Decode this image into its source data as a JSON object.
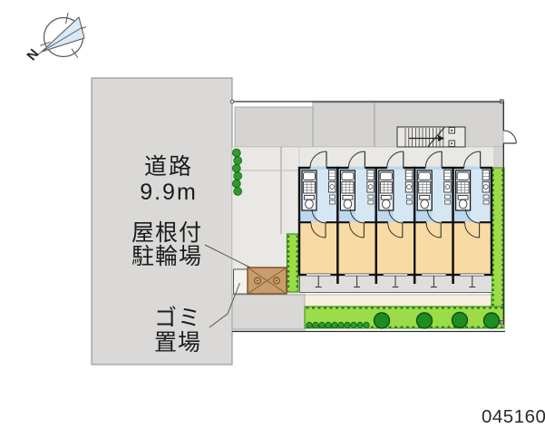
{
  "plan_code": "045160",
  "compass": {
    "label": "N"
  },
  "labels": {
    "road": [
      "道路",
      "9.9m"
    ],
    "covered_bicycle_parking": [
      "屋根付",
      "駐輪場"
    ],
    "garbage_area": [
      "ゴミ",
      "置場"
    ]
  },
  "site": {
    "unit_count": 5
  },
  "colors": {
    "road_gray": "#dad9d7",
    "pavement_gray": "#d5d4d2",
    "walkway_gray": "#e9e8e5",
    "apron_gray": "#d9d8d6",
    "unit_blue": "#bdd7ec",
    "unit_blue_light": "#d5e7f5",
    "room_tan": "#f8dba4",
    "balcony_gray": "#dededc",
    "path_cream": "#f7efdb",
    "lawn_green": "#9bdc48",
    "bush_green": "#1f8c22",
    "shed_brown": "#c79d6e",
    "compass_fan": "#d8eaf6",
    "line_dark": "#333333"
  }
}
